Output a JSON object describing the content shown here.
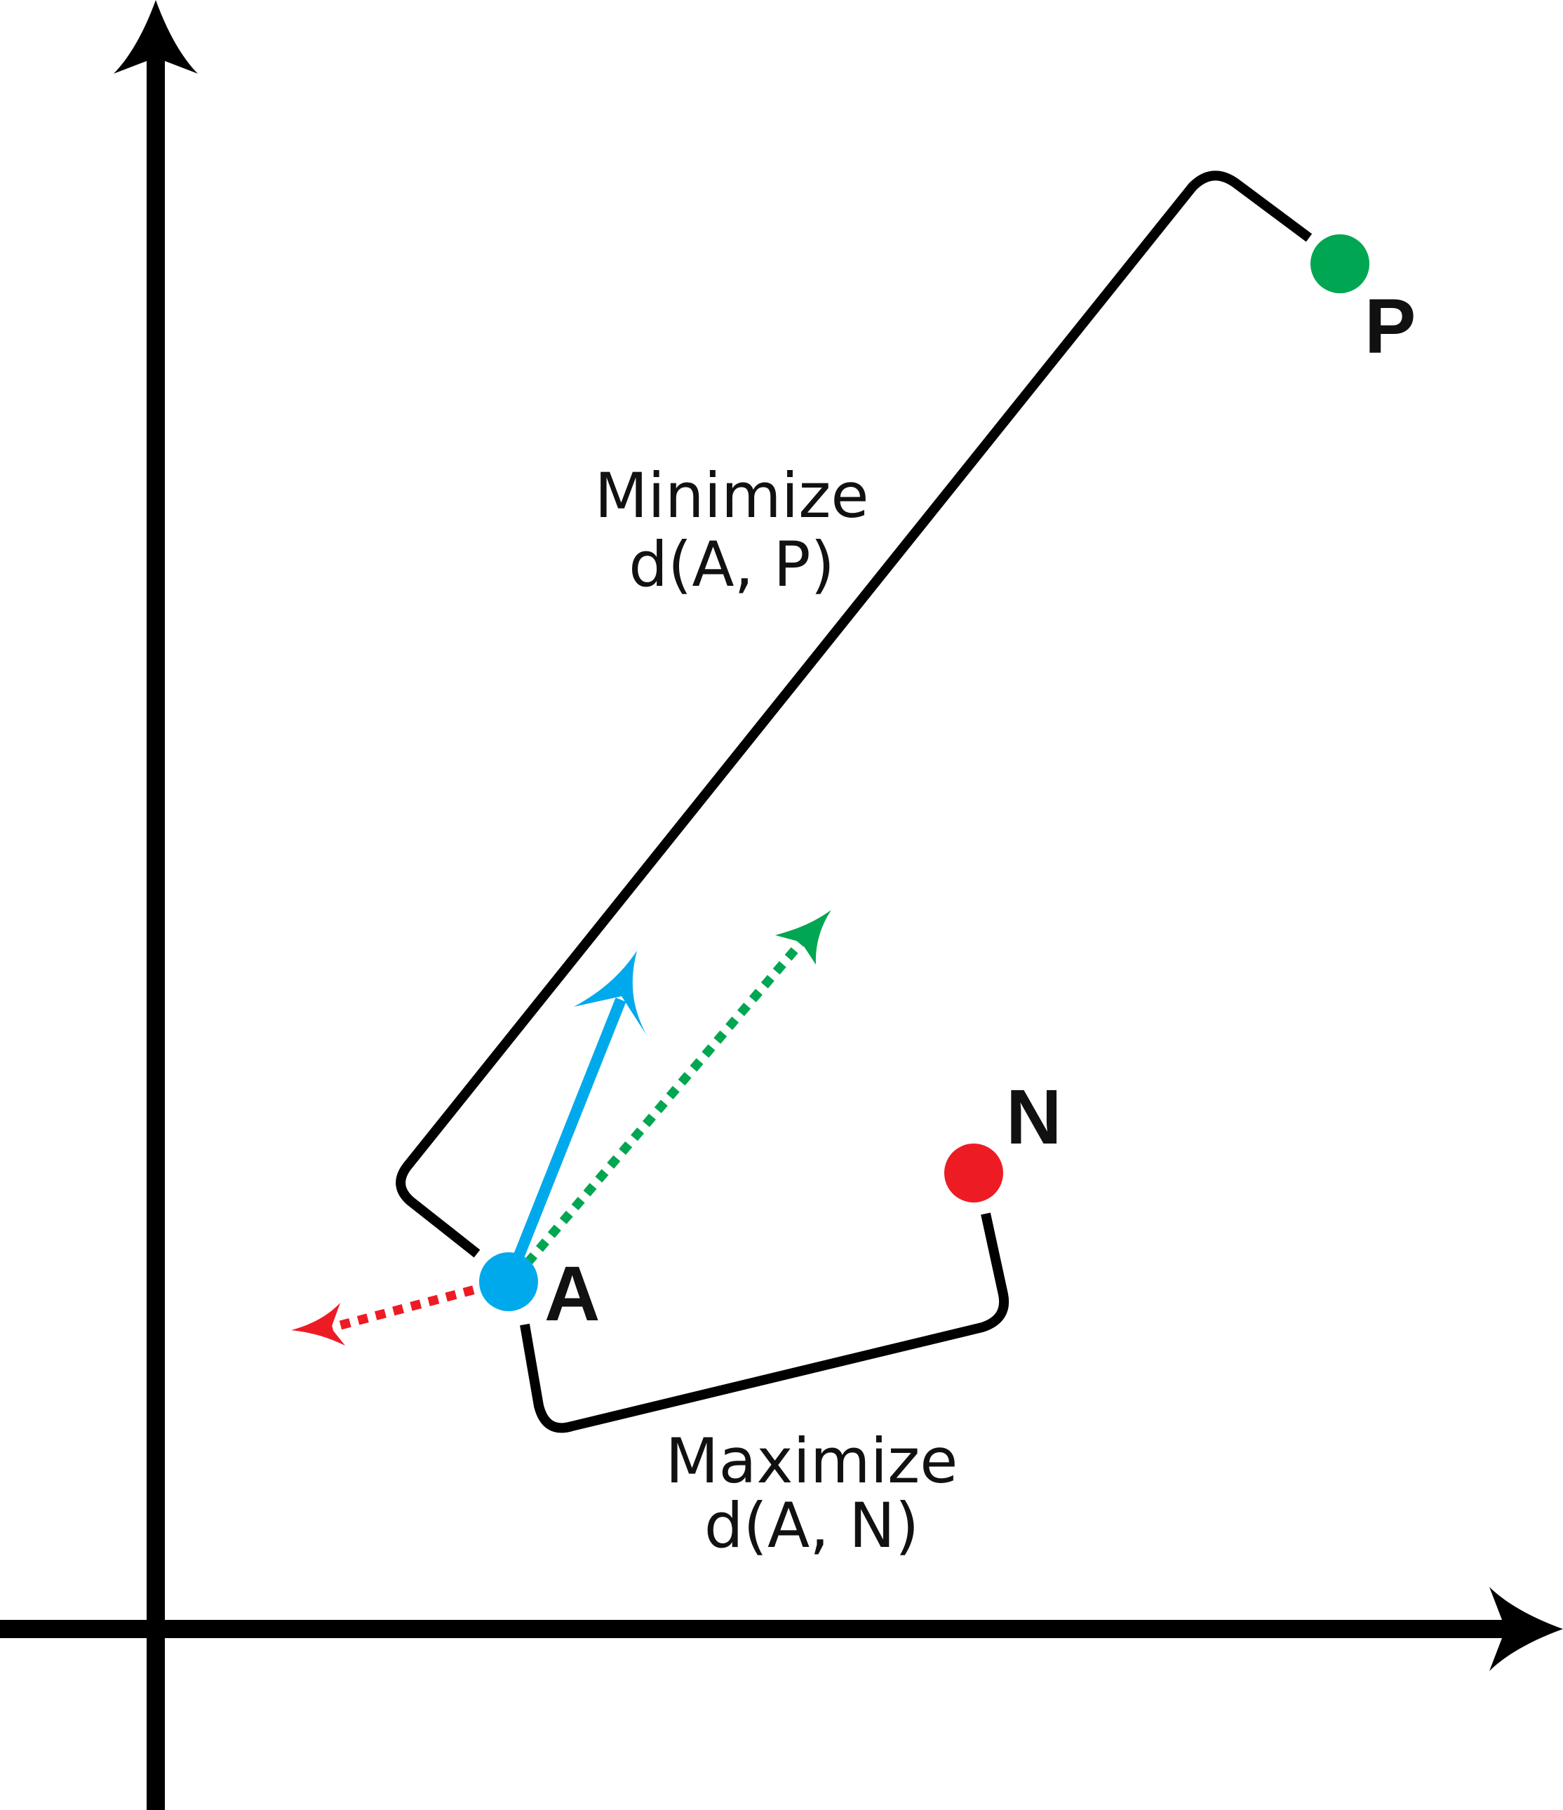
{
  "points": {
    "anchor": {
      "label": "A",
      "color": "#00a9ec"
    },
    "positive": {
      "label": "P",
      "color": "#00a651"
    },
    "negative": {
      "label": "N",
      "color": "#ed1c24"
    }
  },
  "annotations": {
    "minimize": {
      "line1": "Minimize",
      "line2": "d(A, P)"
    },
    "maximize": {
      "line1": "Maximize",
      "line2": "d(A, N)"
    }
  },
  "colors": {
    "axis": "#000000",
    "bracket": "#000000",
    "anchor_arrow": "#00a9ec",
    "positive_arrow": "#00a651",
    "negative_arrow": "#ed1c24"
  }
}
